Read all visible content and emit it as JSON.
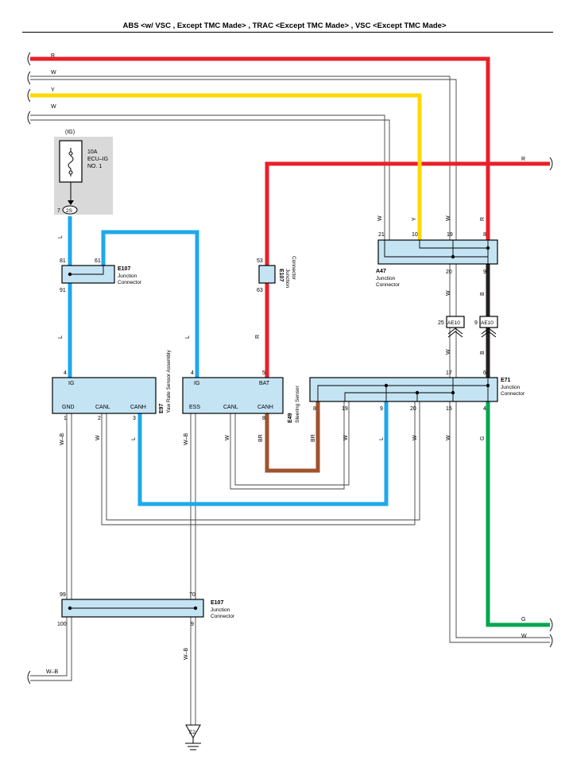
{
  "header": {
    "title": "ABS <w/ VSC , Except TMC Made> , TRAC <Except TMC Made> , VSC <Except TMC Made>"
  },
  "colors": {
    "red": "#e8202a",
    "yellow": "#ffd800",
    "blue": "#1ea8ec",
    "black": "#231f20",
    "brown": "#a0522d",
    "green": "#00a651",
    "connector": "#c4e4f4",
    "fuse_bg": "#d9d9d9"
  },
  "wire_labels": {
    "r": "R",
    "w": "W",
    "y": "Y",
    "l": "L",
    "b": "B",
    "br": "BR",
    "g": "G",
    "wb": "W–B"
  },
  "fuse": {
    "source": "(IG)",
    "rating": "10A",
    "name1": "ECU–IG",
    "name2": "NO. 1",
    "pin": "7",
    "conn": "2S"
  },
  "connectors": {
    "e107_top": {
      "id": "E107",
      "type1": "Junction",
      "type2": "Connector",
      "pins": [
        "81",
        "61",
        "91"
      ]
    },
    "e107_mid": {
      "id": "E107",
      "type1": "Junction",
      "type2": "Connector",
      "pins": [
        "53",
        "63"
      ]
    },
    "e107_bot": {
      "id": "E107",
      "type1": "Junction",
      "type2": "Connector",
      "pins": [
        "99",
        "70",
        "100",
        "9"
      ]
    },
    "a47": {
      "id": "A47",
      "type1": "Junction",
      "type2": "Connector",
      "pins": [
        "21",
        "10",
        "19",
        "8",
        "20",
        "9"
      ]
    },
    "e71": {
      "id": "E71",
      "type1": "Junction",
      "type2": "Connector",
      "pins": [
        "17",
        "6",
        "8",
        "19",
        "9",
        "20",
        "15",
        "4"
      ]
    },
    "ae10": {
      "id": "AE10",
      "pins": [
        "25",
        "9"
      ]
    },
    "e97": {
      "id": "E97",
      "name": "Yaw Rate Sensor Assembly",
      "pins": [
        "4",
        "1",
        "2",
        "3"
      ],
      "terms": [
        "IG",
        "GND",
        "CANL",
        "CANH"
      ]
    },
    "e49": {
      "id": "E49",
      "name": "Steering Sensor",
      "pins": [
        "4",
        "5",
        "8"
      ],
      "terms": [
        "IG",
        "BAT",
        "ESS",
        "CANL",
        "CANH"
      ]
    }
  },
  "ground": {
    "id": "E2"
  }
}
